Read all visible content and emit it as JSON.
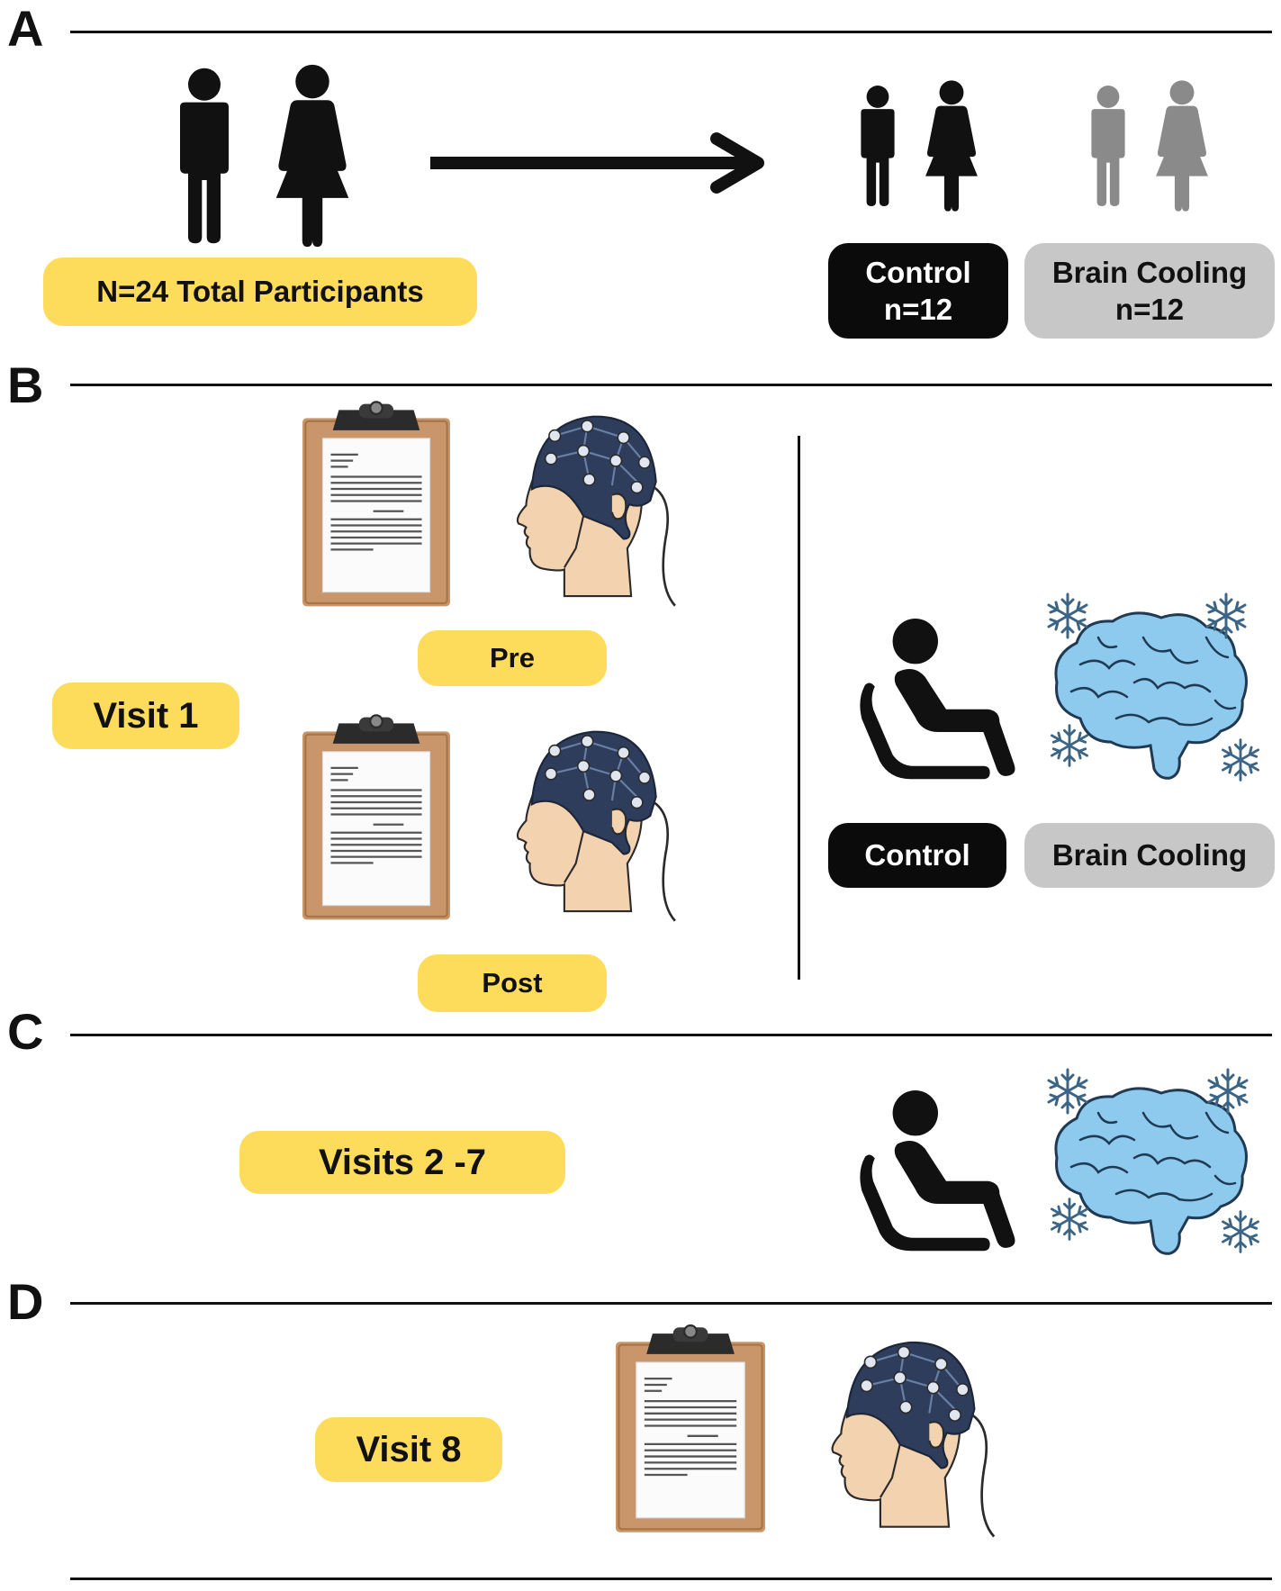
{
  "sections": [
    {
      "letter": "A"
    },
    {
      "letter": "B"
    },
    {
      "letter": "C"
    },
    {
      "letter": "D"
    }
  ],
  "panel_a": {
    "total_label": "N=24 Total Participants",
    "control_label": "Control",
    "control_n": "n=12",
    "cooling_label": "Brain Cooling",
    "cooling_n": "n=12"
  },
  "panel_b": {
    "visit_label": "Visit 1",
    "pre_label": "Pre",
    "post_label": "Post",
    "control_label": "Control",
    "cooling_label": "Brain Cooling"
  },
  "panel_c": {
    "visit_label": "Visits 2 -7"
  },
  "panel_d": {
    "visit_label": "Visit 8"
  },
  "colors": {
    "accent_yellow": "#fddc5c",
    "control_black": "#0b0b0b",
    "cooling_grey": "#c7c7c7",
    "brain_blue": "#8ec9ee",
    "eeg_cap_navy": "#2e3d5c",
    "skin": "#f3d2b0",
    "clipboard_brown": "#c8966a"
  },
  "icons": [
    "person-male-icon",
    "person-female-icon",
    "arrow-right-icon",
    "clipboard-icon",
    "eeg-head-icon",
    "seated-person-icon",
    "brain-icon",
    "snowflake-icon"
  ]
}
